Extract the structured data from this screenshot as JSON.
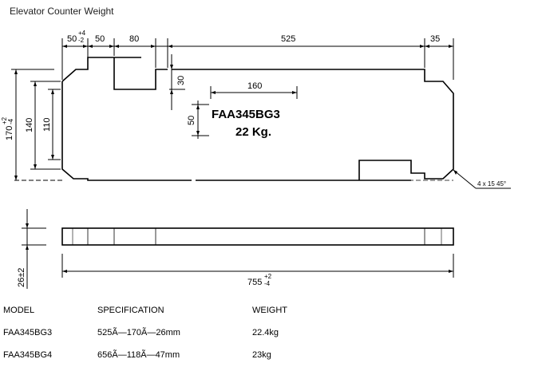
{
  "page": {
    "title": "Elevator Counter Weight"
  },
  "drawing": {
    "dims": {
      "d50": "50",
      "d50_tol_up": "+4",
      "d50_tol_down": "-2",
      "d50b": "50",
      "d80": "80",
      "d525": "525",
      "d35": "35",
      "d30": "30",
      "d160": "160",
      "d50v": "50",
      "d170": "170",
      "d170_tol_up": "+2",
      "d170_tol_down": "-4",
      "d140": "140",
      "d110": "110",
      "d26": "26±2",
      "d755": "755",
      "d755_tol_up": "+2",
      "d755_tol_down": "-4",
      "chamfer": "4 x 15 45°"
    },
    "model_label": "FAA345BG3",
    "weight_label": "22 Kg."
  },
  "table": {
    "headers": [
      "MODEL",
      "SPECIFICATION",
      "WEIGHT"
    ],
    "rows": [
      [
        "FAA345BG3",
        "525Ã—170Ã—26mm",
        "22.4kg"
      ],
      [
        "FAA345BG4",
        "656Ã—118Ã—47mm",
        "23kg"
      ]
    ]
  }
}
